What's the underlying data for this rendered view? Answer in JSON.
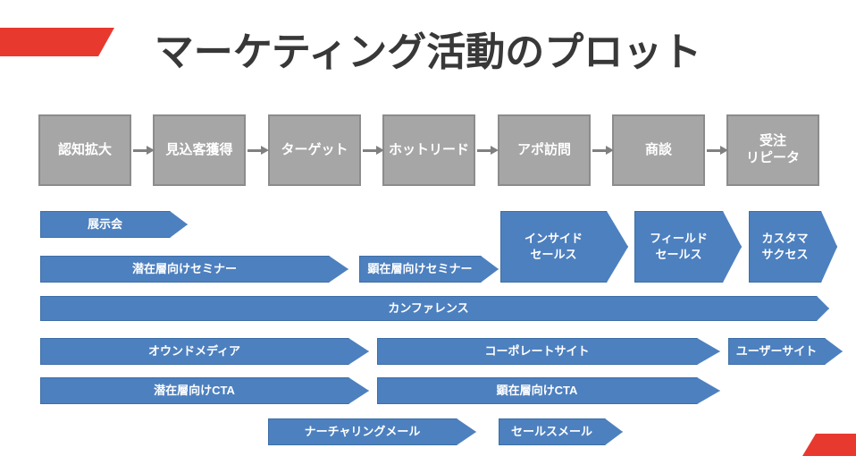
{
  "slide": {
    "title": "マーケティング活動のプロット"
  },
  "colors": {
    "accent_red": "#e8392f",
    "activity_blue": "#4d80bf",
    "activity_blue_border": "#3e6fa8",
    "stage_gray_fill": "#a6a6a6",
    "stage_gray_border": "#8c8c8c",
    "connector_gray": "#808080",
    "title_text": "#383838",
    "label_text": "#ffffff"
  },
  "funnel_stages": [
    "認知拡大",
    "見込客獲得",
    "ターゲット",
    "ホットリード",
    "アポ訪問",
    "商談",
    "受注\nリピータ"
  ],
  "activities": {
    "exhibition": "展示会",
    "seminar_latent": "潜在層向けセミナー",
    "seminar_active": "顕在層向けセミナー",
    "inside_sales": "インサイド\nセールス",
    "field_sales": "フィールド\nセールス",
    "customer_success": "カスタマ\nサクセス",
    "conference": "カンファレンス",
    "owned_media": "オウンドメディア",
    "corporate_site": "コーポレートサイト",
    "user_site": "ユーザーサイト",
    "cta_latent": "潜在層向けCTA",
    "cta_active": "顕在層向けCTA",
    "nurturing_mail": "ナーチャリングメール",
    "sales_mail": "セールスメール"
  }
}
